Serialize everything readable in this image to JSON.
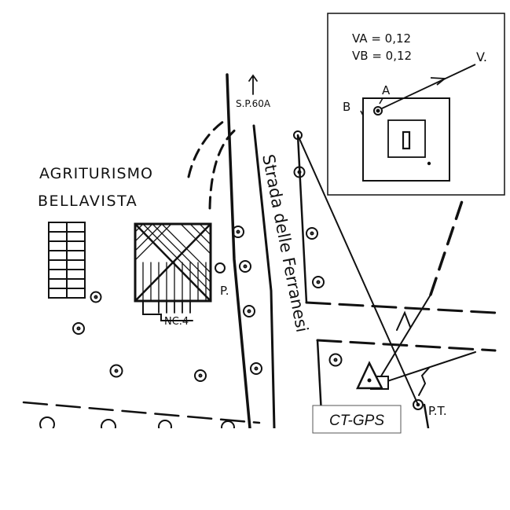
{
  "map": {
    "title_line1": "AGRITURISMO",
    "title_line2": "BELLAVISTA",
    "road_name": "Strada delle Ferranesi",
    "road_ref": "S.P.60A",
    "house_number": "NC.4",
    "point_p": "P.",
    "point_pt": "P.T.",
    "gps_label": "CT-GPS"
  },
  "inset": {
    "va": "VA = 0,12",
    "vb": "VB = 0,12",
    "label_v": "V.",
    "label_a": "A",
    "label_b": "B"
  }
}
